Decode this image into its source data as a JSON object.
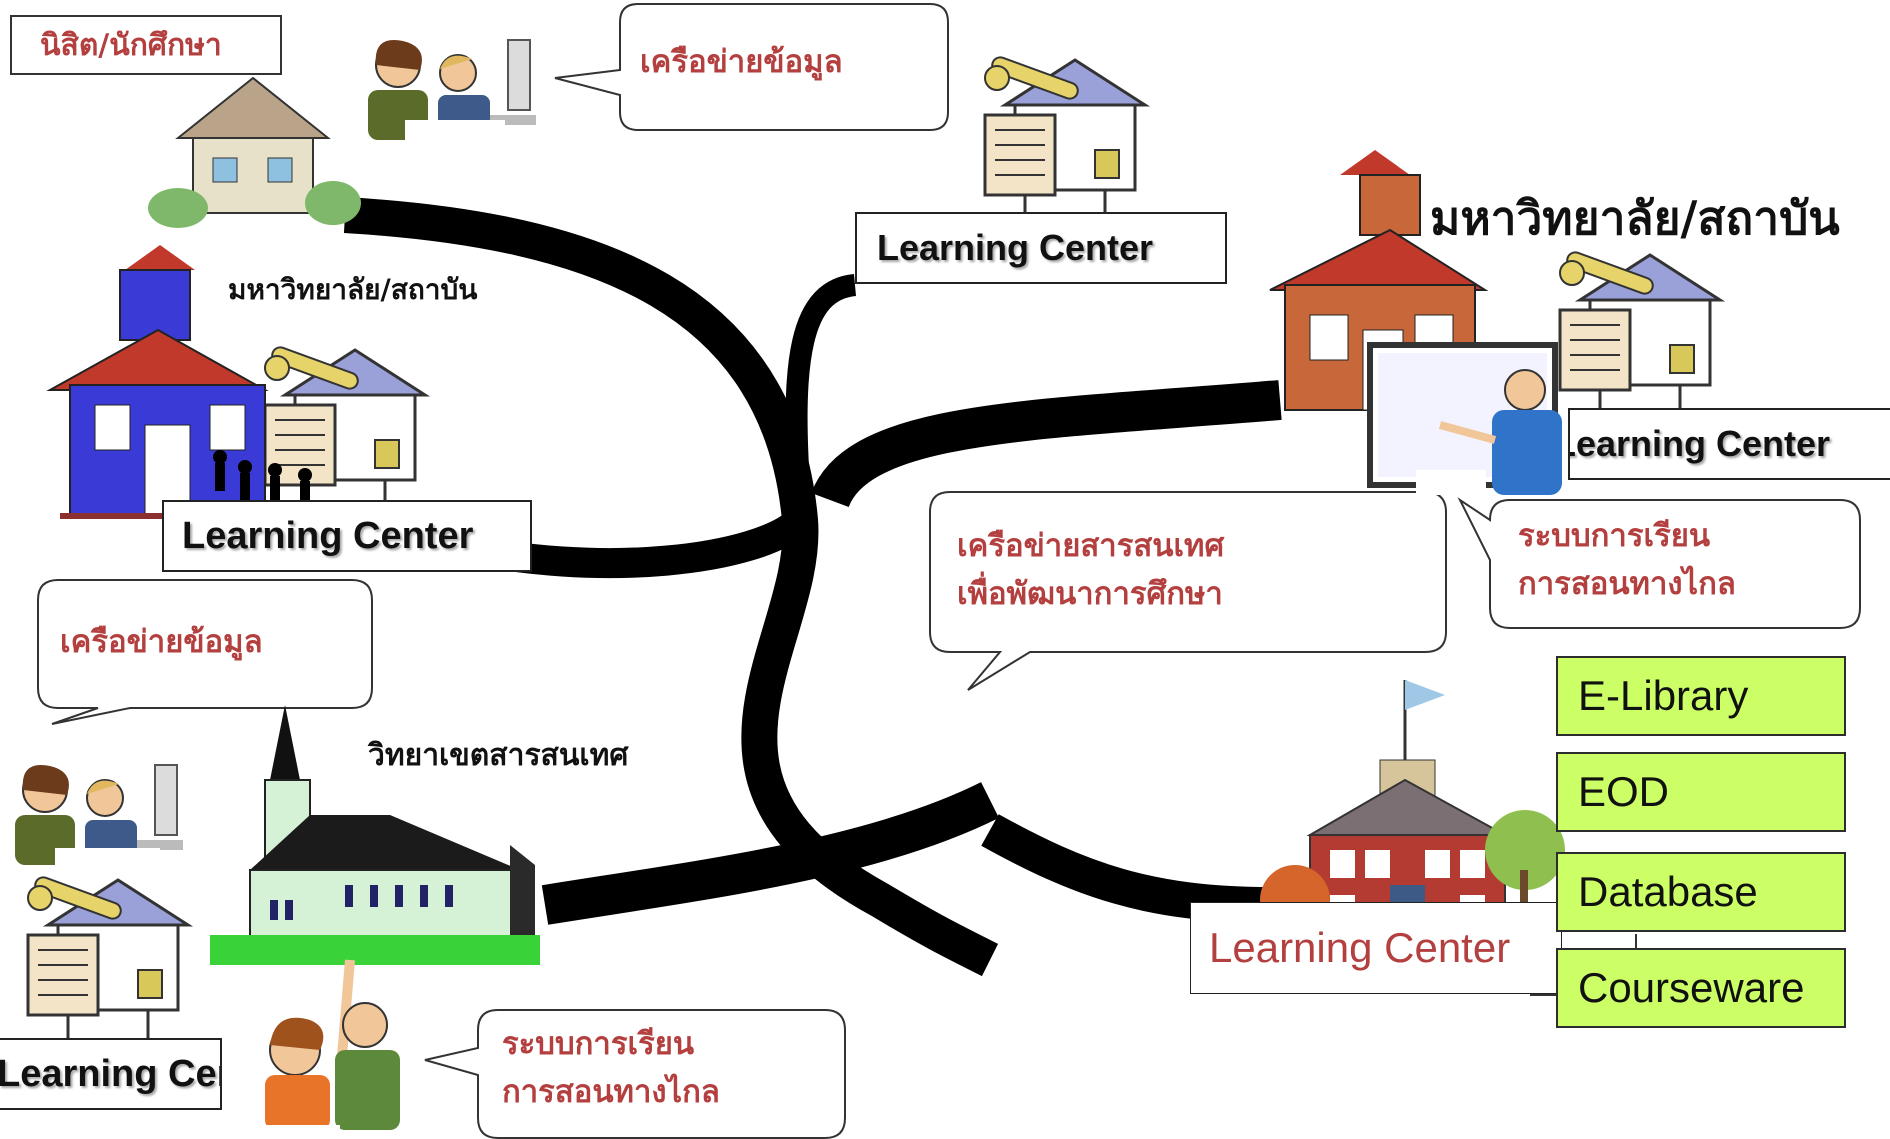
{
  "labels": {
    "student_label": "นิสิต/นักศึกษา",
    "univ_small": "มหาวิทยาลัย/สถาบัน",
    "univ_large": "มหาวิทยาลัย/สถาบัน",
    "campus": "วิทยาเขตสารสนเทศ"
  },
  "bubbles": {
    "data_net_top": "เครือข่ายข้อมูล",
    "data_net_left": "เครือข่ายข้อมูล",
    "info_net_line1": "เครือข่ายสารสนเทศ",
    "info_net_line2": "เพื่อพัฒนาการศึกษา",
    "distance_right_line1": "ระบบการเรียน",
    "distance_right_line2": "การสอนทางไกล",
    "distance_bottom_line1": "ระบบการเรียน",
    "distance_bottom_line2": "การสอนทางไกล"
  },
  "learning_centers": {
    "top_center": "Learning Center",
    "left_mid": "Learning Center",
    "right_top": "Learning Center",
    "bottom_left": "Learning Center",
    "bottom_right": "Learning Center"
  },
  "resources": [
    "E-Library",
    "EOD",
    "Database",
    "Courseware"
  ],
  "colors": {
    "accent_red": "#b3403f",
    "resource_green": "#ccff66",
    "school_blue": "#3a3ad6",
    "school_orange": "#c8673a"
  }
}
